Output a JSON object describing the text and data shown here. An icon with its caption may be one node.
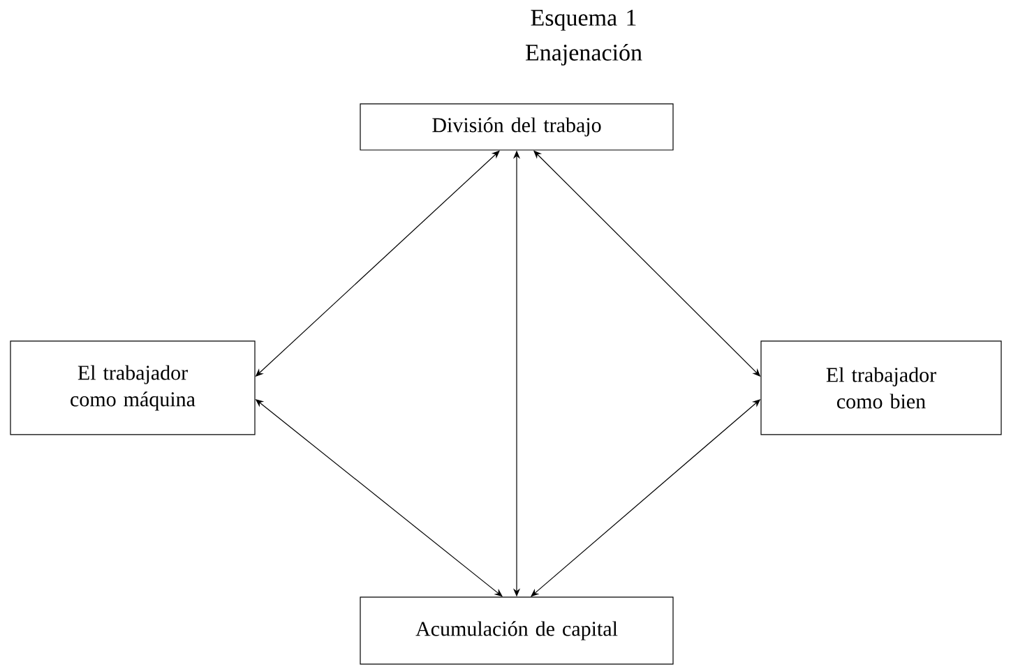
{
  "diagram": {
    "title": "Esquema 1 Enajenación",
    "nodes": [
      {
        "text": [
          "División del trabajo"
        ]
      },
      {
        "text": [
          "El trabajador como máquina"
        ]
      },
      {
        "text": [
          "El trabajador como bien"
        ]
      },
      {
        "text": [
          "Acumulación de capital"
        ]
      }
    ],
    "edges": [
      {
        "from": 0,
        "to": 1,
        "arrow": "both"
      },
      {
        "from": 0,
        "to": 3,
        "arrow": "both"
      },
      {
        "from": 0,
        "to": 2,
        "arrow": "both"
      },
      {
        "from": 1,
        "to": 3,
        "arrow": "both"
      },
      {
        "from": 2,
        "to": 3,
        "arrow": "both"
      }
    ]
  }
}
